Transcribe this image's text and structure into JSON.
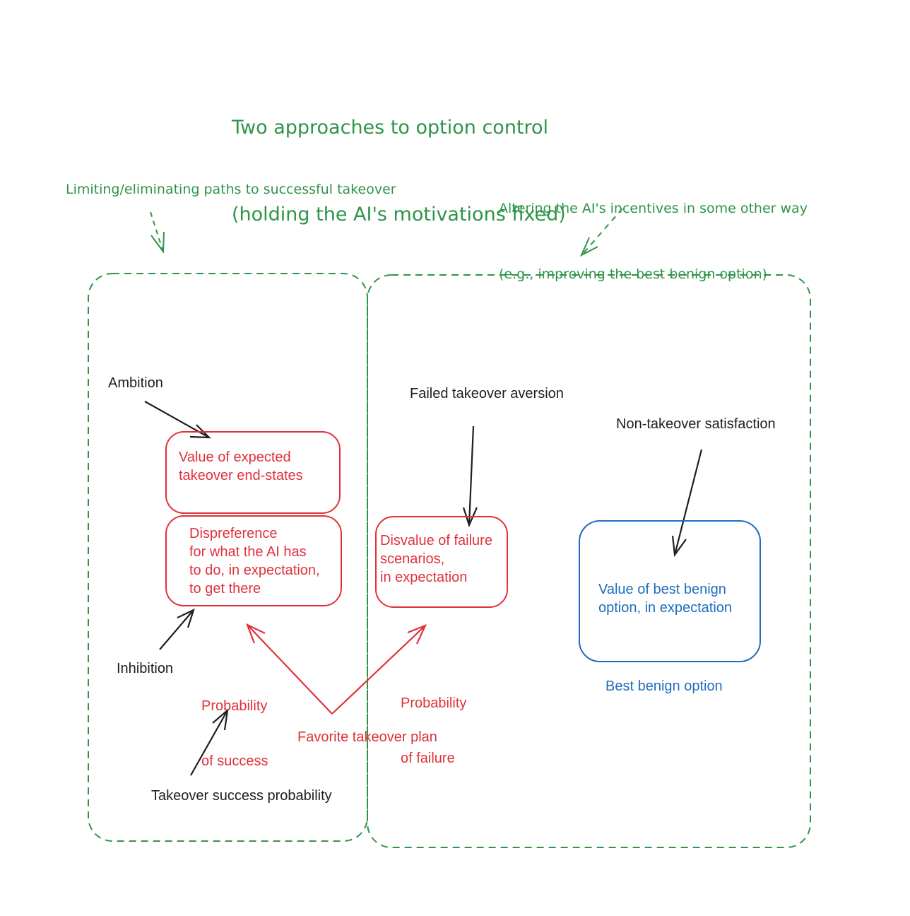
{
  "title": {
    "line1": "Two approaches to option control",
    "line2": "(holding the AI's motivations fixed)"
  },
  "approaches": {
    "left": {
      "label": "Limiting/eliminating paths to successful takeover"
    },
    "right": {
      "line1": "Altering the AI's incentives in some other way",
      "line2": "(e.g., improving the best benign option)"
    }
  },
  "factors": {
    "ambition": "Ambition",
    "inhibition": "Inhibition",
    "takeover_success_probability": "Takeover success probability",
    "failed_takeover_aversion": "Failed takeover aversion",
    "non_takeover_satisfaction": "Non-takeover satisfaction"
  },
  "boxes": {
    "value_endstates": {
      "line1": "Value of expected",
      "line2": "takeover end-states"
    },
    "dispreference": {
      "line1": "Dispreference",
      "line2": "for what the AI has",
      "line3": "to do, in expectation,",
      "line4": "to get there"
    },
    "disvalue_failure": {
      "line1": "Disvalue of failure",
      "line2": "scenarios,",
      "line3": "in expectation"
    },
    "best_benign_value": {
      "line1": "Value of best benign",
      "line2": "option, in expectation"
    }
  },
  "plan_labels": {
    "probability_success": {
      "line1": "Probability",
      "line2": "of success"
    },
    "probability_failure": {
      "line1": "Probability",
      "line2": "of failure"
    },
    "favorite_plan": "Favorite takeover plan",
    "best_benign_option": "Best benign option"
  },
  "colors": {
    "green": "#2e9448",
    "red": "#e0313b",
    "blue": "#1d6ebd",
    "black": "#1e1e1e"
  }
}
